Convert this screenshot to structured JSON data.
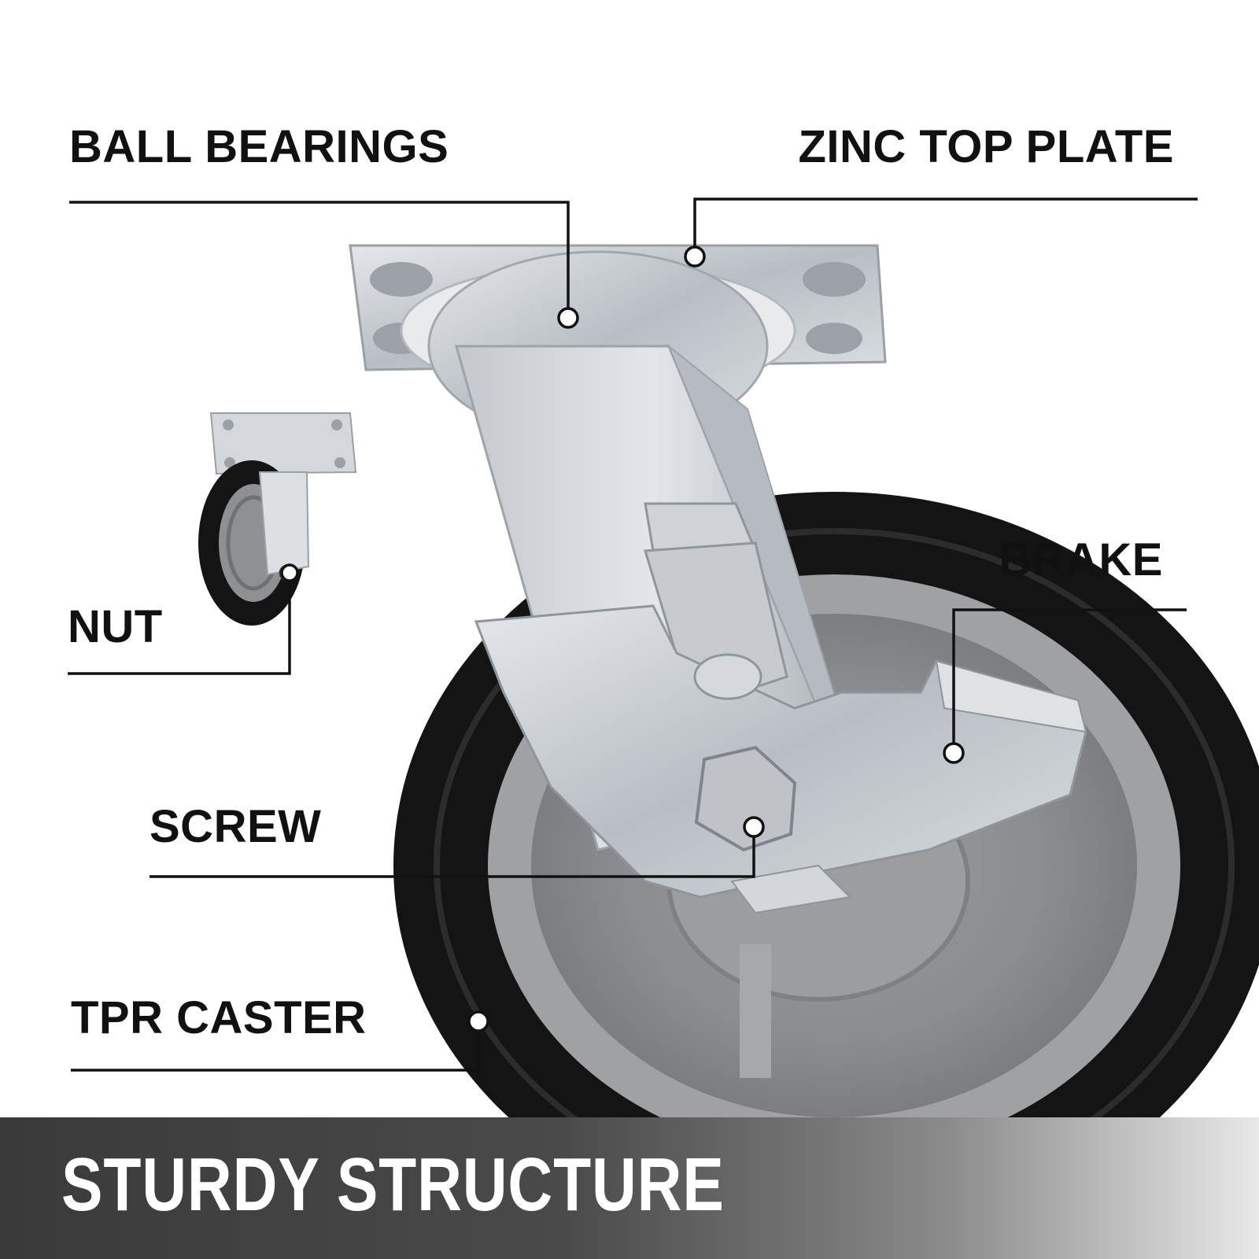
{
  "callouts": {
    "ball_bearings": "BALL BEARINGS",
    "zinc_top_plate": "ZINC TOP PLATE",
    "nut": "NUT",
    "brake": "BRAKE",
    "screw": "SCREW",
    "tpr_caster": "TPR CASTER"
  },
  "banner": {
    "title": "STURDY STRUCTURE"
  },
  "colors": {
    "text": "#111111",
    "zinc": "#c9cdd2",
    "tire": "#141414",
    "hub": "#8c8e91",
    "banner": "#3a3a3a"
  }
}
